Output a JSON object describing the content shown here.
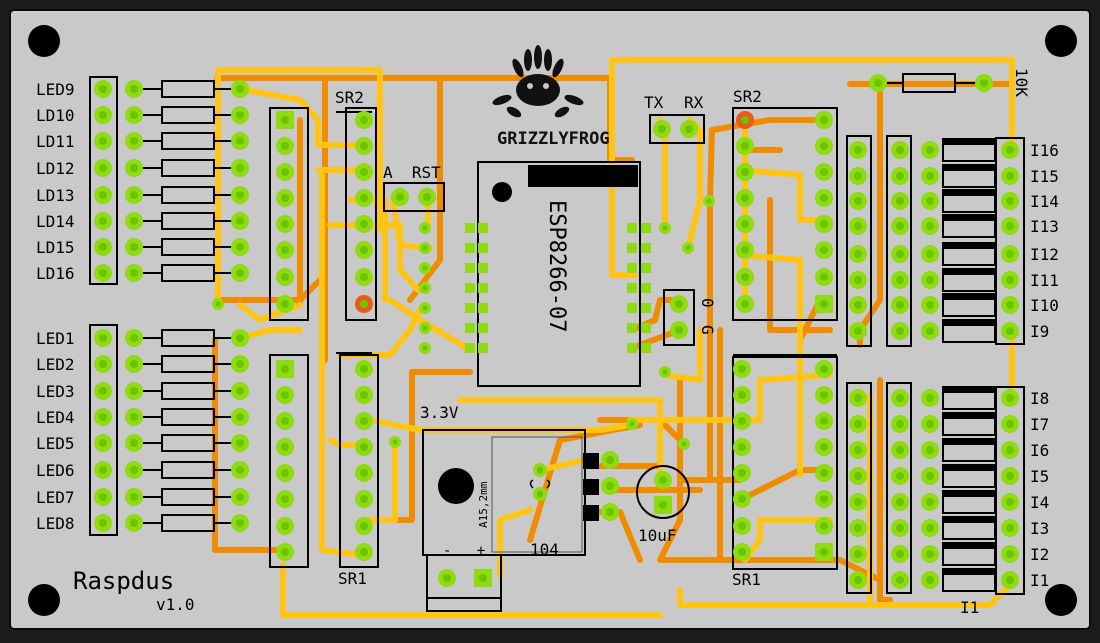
{
  "board": {
    "name": "Raspdus",
    "version": "v1.0",
    "logo_text": "GRIZZLYFROG",
    "colors": {
      "background": "#1c1c1c",
      "pcb": "#c9c9c9",
      "trace_top": "#ffc414",
      "trace_bottom": "#f08c00",
      "pad": "#8ddb10",
      "pad_center": "#6cc400",
      "pad_highlight": "#e85a1a",
      "silkscreen": "#000000"
    }
  },
  "labels": {
    "sr2_left": "SR2",
    "sr1_left": "SR1",
    "sr2_right": "SR2",
    "sr1_right": "SR1",
    "tx": "TX",
    "rx": "RX",
    "a_rst": "A  RST",
    "esp": "ESP8266-07",
    "g": "G",
    "zero": "0",
    "v33": "3.3V",
    "reg": "A15,2mm",
    "cap104": "104",
    "cap10uf": "10uF",
    "power": "-   +",
    "res10k": "10K",
    "i_block": "I1"
  },
  "leds_top": [
    "LED9",
    "LD10",
    "LD11",
    "LD12",
    "LD13",
    "LD14",
    "LD15",
    "LD16"
  ],
  "leds_bottom": [
    "LED1",
    "LED2",
    "LED3",
    "LED4",
    "LED5",
    "LED6",
    "LED7",
    "LED8"
  ],
  "inputs_top": [
    "I16",
    "I15",
    "I14",
    "I13",
    "I12",
    "I11",
    "I10",
    "I9"
  ],
  "inputs_bottom": [
    "I8",
    "I7",
    "I6",
    "I5",
    "I4",
    "I3",
    "I2",
    "I1"
  ]
}
